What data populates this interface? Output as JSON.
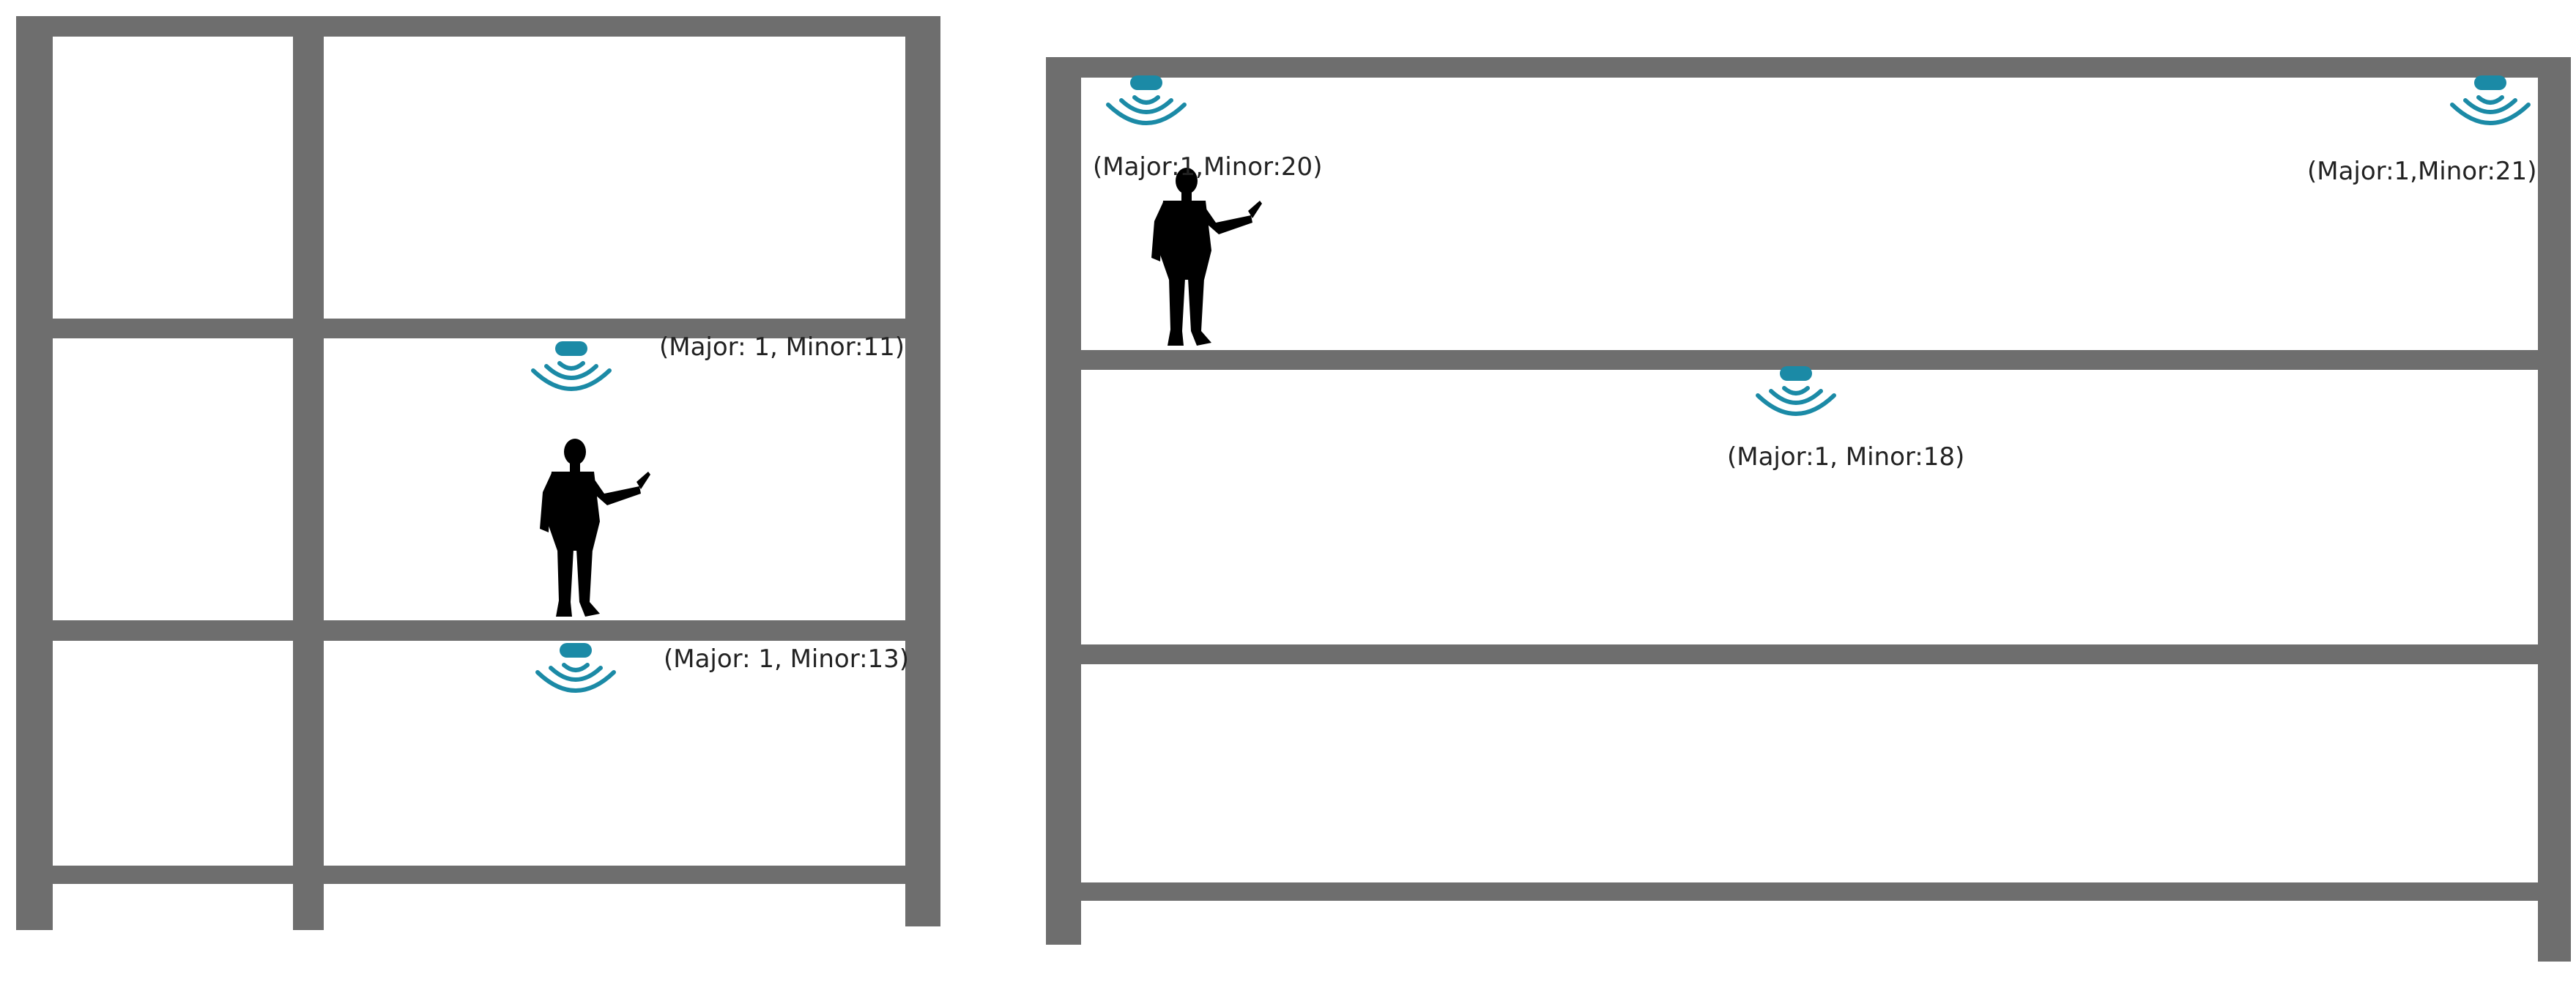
{
  "colors": {
    "wall": "#6e6e6e",
    "beacon": "#1b8aa6",
    "person": "#000000",
    "text": "#222222"
  },
  "icons": {
    "beacon": "wifi-beacon-icon",
    "person": "person-with-phone-icon"
  },
  "buildings": [
    {
      "beacons": [
        {
          "label": "(Major: 1, Minor:11)"
        },
        {
          "label": "(Major: 1, Minor:13)"
        }
      ]
    },
    {
      "beacons": [
        {
          "label": "(Major:1,Minor:20)"
        },
        {
          "label": "(Major:1,Minor:21)"
        },
        {
          "label": "(Major:1, Minor:18)"
        }
      ]
    }
  ]
}
